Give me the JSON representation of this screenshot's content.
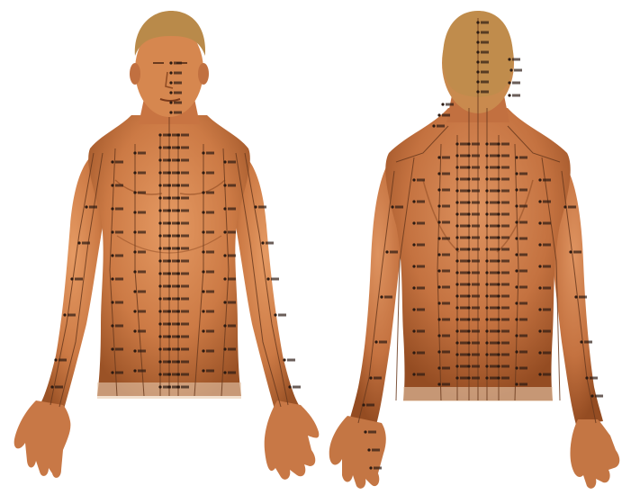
{
  "image": {
    "subject": "acupuncture-points-chart",
    "views": [
      {
        "id": "front",
        "label": ""
      },
      {
        "id": "back",
        "label": ""
      }
    ],
    "colors": {
      "background": "#ffffff",
      "skin_light": "#d88a54",
      "skin_mid": "#c06f3c",
      "skin_dark": "#8e4a22",
      "hair_front": "#b98a4a",
      "hair_back": "#c08c4c",
      "meridian_line": "#6a3a1e",
      "point_marker": "#2b1a12",
      "label_text": "#1a1410"
    }
  }
}
